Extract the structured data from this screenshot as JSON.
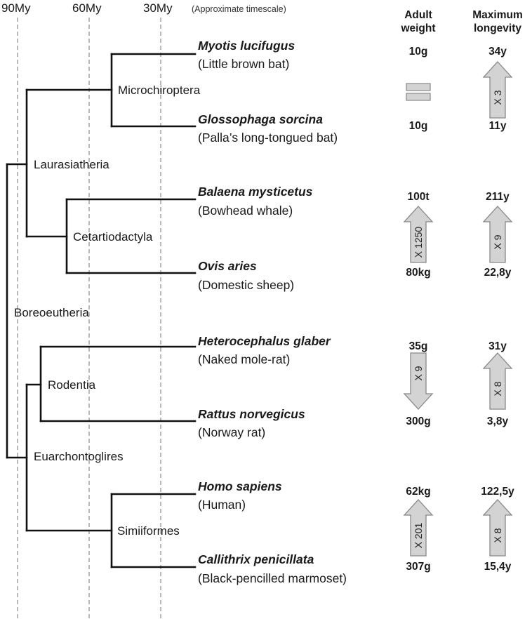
{
  "timescale": {
    "ticks": [
      "90My",
      "60My",
      "30My"
    ],
    "note": "(Approximate timescale)"
  },
  "headers": {
    "weight_line1": "Adult",
    "weight_line2": "weight",
    "longevity_line1": "Maximum",
    "longevity_line2": "longevity"
  },
  "clades": {
    "boreoeutheria": "Boreoeutheria",
    "laurasiatheria": "Laurasiatheria",
    "euarchontoglires": "Euarchontoglires",
    "microchiroptera": "Microchiroptera",
    "cetartiodactyla": "Cetartiodactyla",
    "rodentia": "Rodentia",
    "simiiformes": "Simiiformes"
  },
  "species": [
    {
      "latin": "Myotis lucifugus",
      "common": "(Little brown bat)",
      "weight": "10g",
      "longevity": "34y"
    },
    {
      "latin": "Glossophaga sorcina",
      "common": "(Palla’s long-tongued bat)",
      "weight": "10g",
      "longevity": "11y"
    },
    {
      "latin": "Balaena mysticetus",
      "common": "(Bowhead whale)",
      "weight": "100t",
      "longevity": "211y"
    },
    {
      "latin": "Ovis aries",
      "common": "(Domestic sheep)",
      "weight": "80kg",
      "longevity": "22,8y"
    },
    {
      "latin": "Heterocephalus glaber",
      "common": "(Naked mole-rat)",
      "weight": "35g",
      "longevity": "31y"
    },
    {
      "latin": "Rattus norvegicus",
      "common": "(Norway rat)",
      "weight": "300g",
      "longevity": "3,8y"
    },
    {
      "latin": "Homo sapiens",
      "common": "(Human)",
      "weight": "62kg",
      "longevity": "122,5y"
    },
    {
      "latin": "Callithrix penicillata",
      "common": "(Black-pencilled marmoset)",
      "weight": "307g",
      "longevity": "15,4y"
    }
  ],
  "comparisons": [
    {
      "pair": "Microchiroptera",
      "weight_direction": "equal",
      "weight_label": "",
      "longevity_direction": "up",
      "longevity_label": "X 3"
    },
    {
      "pair": "Cetartiodactyla",
      "weight_direction": "up",
      "weight_label": "X 1250",
      "longevity_direction": "up",
      "longevity_label": "X 9"
    },
    {
      "pair": "Rodentia",
      "weight_direction": "down",
      "weight_label": "X 9",
      "longevity_direction": "up",
      "longevity_label": "X 8"
    },
    {
      "pair": "Simiiformes",
      "weight_direction": "up",
      "weight_label": "X 201",
      "longevity_direction": "up",
      "longevity_label": "X 8"
    }
  ],
  "colors": {
    "branch": "#111111",
    "gridline": "#a8a8a8",
    "arrow_fill": "#d3d3d3",
    "arrow_stroke": "#888888"
  }
}
